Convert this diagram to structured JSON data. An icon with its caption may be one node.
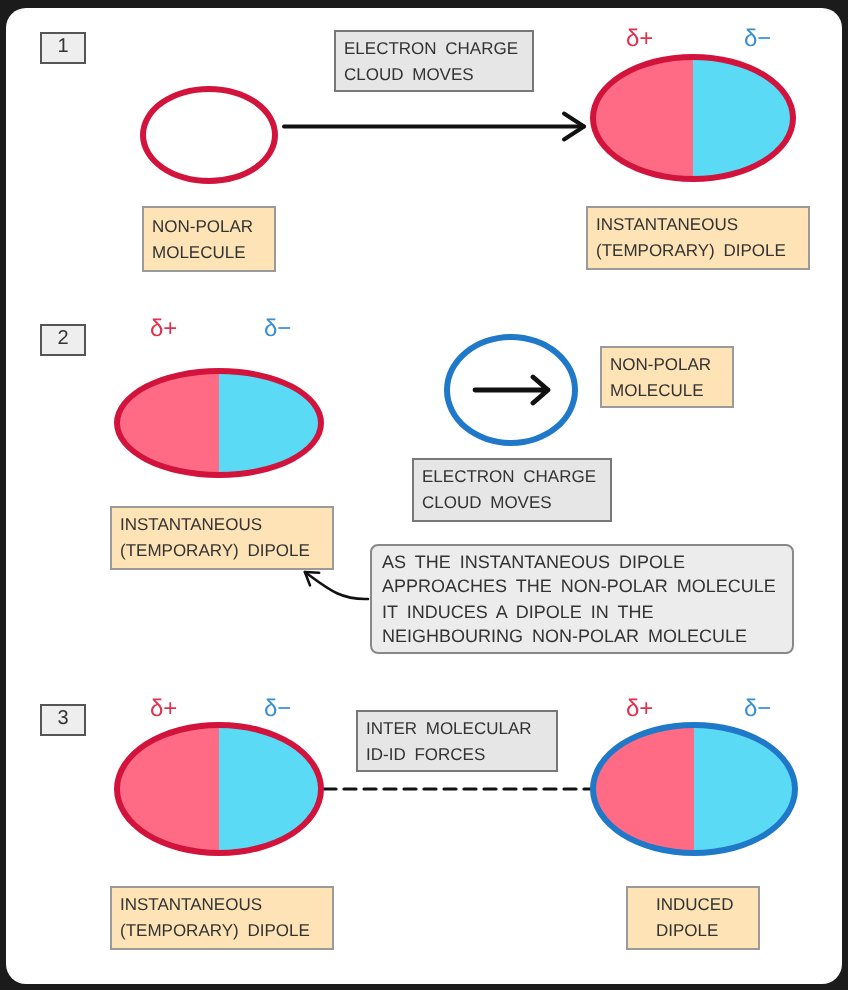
{
  "diagram": {
    "nodes": [
      {
        "text": [
          "1"
        ]
      },
      {
        "text": [],
        "shape": "circle"
      },
      {
        "text": [
          "ELECTRON CHARGE CLOUD MOVES"
        ]
      },
      {
        "text": [
          "δ+",
          "δ−"
        ]
      },
      {
        "text": [
          "NON-POLAR MOLECULE"
        ]
      },
      {
        "text": [
          "INSTANTANEOUS (TEMPORARY) DIPOLE"
        ]
      },
      {
        "text": [
          "2"
        ]
      },
      {
        "text": [
          "δ+",
          "δ−"
        ]
      },
      {
        "text": [],
        "shape": "circle"
      },
      {
        "text": [
          "NON-POLAR MOLECULE"
        ]
      },
      {
        "text": [
          "ELECTRON CHARGE CLOUD MOVES"
        ]
      },
      {
        "text": [
          "INSTANTANEOUS (TEMPORARY) DIPOLE"
        ]
      },
      {
        "text": [
          "AS THE INSTANTANEOUS DIPOLE APPROACHES THE NON-POLAR MOLECULE IT INDUCES A DIPOLE IN THE NEIGHBOURING NON-POLAR MOLECULE"
        ]
      },
      {
        "text": [
          "3"
        ]
      },
      {
        "text": [
          "δ+",
          "δ−"
        ]
      },
      {
        "text": [
          "INTER MOLECULAR ID-ID FORCES"
        ]
      },
      {
        "text": [
          "δ+",
          "δ−"
        ]
      },
      {
        "text": [
          "INSTANTANEOUS (TEMPORARY) DIPOLE"
        ]
      },
      {
        "text": [
          "INDUCED DIPOLE"
        ]
      }
    ],
    "edges": [
      {
        "from": 1,
        "to": 3,
        "arrow": "to"
      },
      {
        "from": 12,
        "to": 11,
        "arrow": "to"
      },
      {
        "from": 14,
        "to": 16,
        "arrow": "none",
        "style": "dashed"
      }
    ]
  }
}
